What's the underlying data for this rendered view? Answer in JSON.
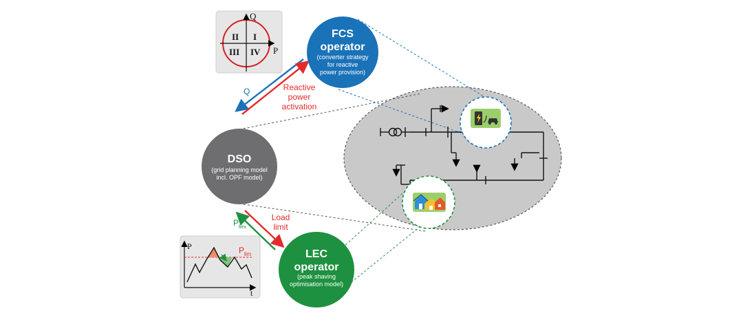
{
  "fcs": {
    "title_line1": "FCS",
    "title_line2": "operator",
    "desc_line1": "(converter strategy",
    "desc_line2": "for reactive",
    "desc_line3": "power provision)"
  },
  "dso": {
    "title": "DSO",
    "desc_line1": "(grid planning model",
    "desc_line2": "incl. OPF model)"
  },
  "lec": {
    "title_line1": "LEC",
    "title_line2": "operator",
    "desc_line1": "(peak shaving",
    "desc_line2": "optimisation model)"
  },
  "quadrant": {
    "axis_q": "Q",
    "axis_p": "P",
    "q1": "I",
    "q2": "II",
    "q3": "III",
    "q4": "IV"
  },
  "arrows": {
    "q_label": "Q",
    "reactive_line1": "Reactive",
    "reactive_line2": "power",
    "reactive_line3": "activation",
    "load_line1": "Load",
    "load_line2": "limit",
    "pflex_main": "P",
    "pflex_sub": "flex"
  },
  "profile": {
    "axis_p": "P",
    "axis_t": "t",
    "plim_main": "P",
    "plim_sub": "lim"
  },
  "colors": {
    "fcs_blue": "#1a72b8",
    "dso_grey": "#6e6e70",
    "lec_green": "#1e9140",
    "red": "#e52a2a",
    "grid_bg": "#c9c9c9"
  }
}
